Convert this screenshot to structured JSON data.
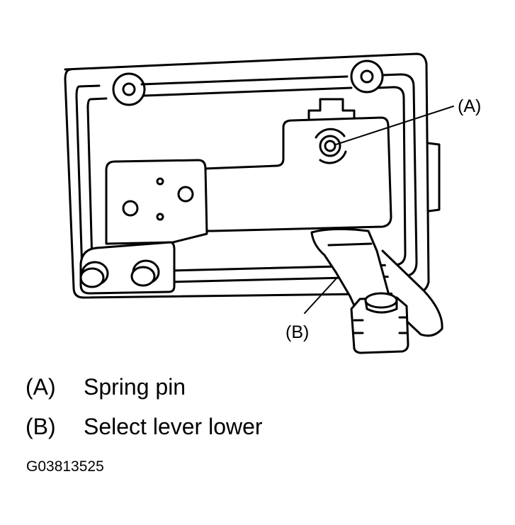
{
  "callouts": {
    "a": "(A)",
    "b": "(B)"
  },
  "legend": [
    {
      "key": "(A)",
      "text": "Spring pin"
    },
    {
      "key": "(B)",
      "text": "Select lever lower"
    }
  ],
  "figure_id": "G03813525"
}
